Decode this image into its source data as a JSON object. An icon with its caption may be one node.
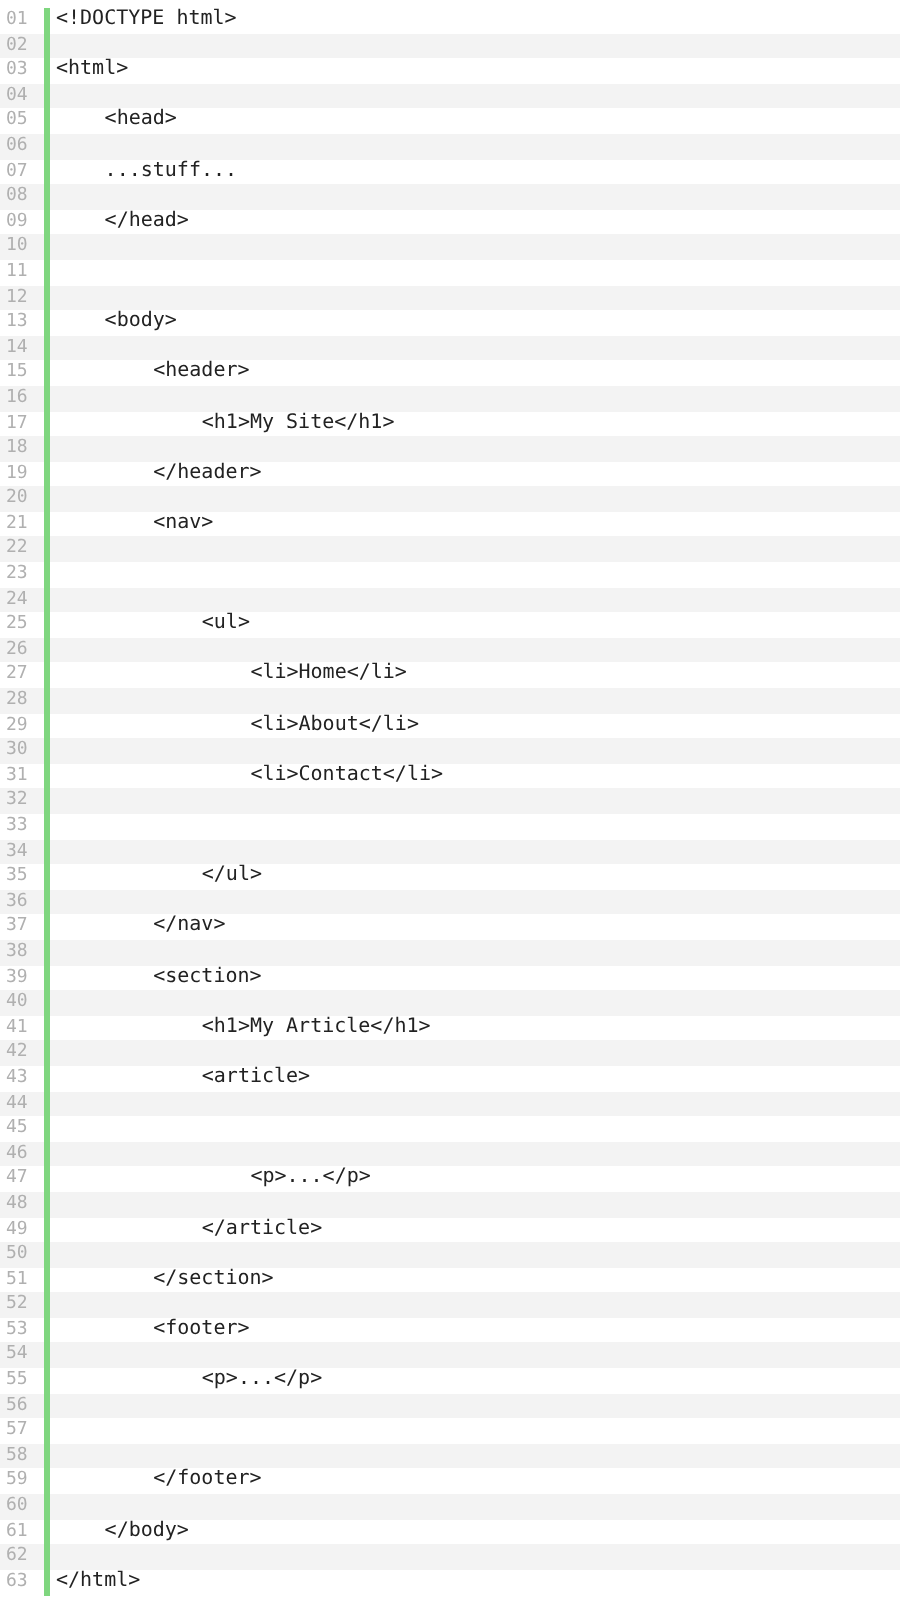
{
  "diagram": {
    "labels": [
      "01",
      "<!DOCTYPE html>",
      "02",
      "03",
      "<html>",
      "04",
      "05",
      "<head>",
      "06",
      "07",
      "...stuff...",
      "08",
      "09",
      "</head>",
      "10",
      "11",
      "12",
      "13",
      "<body>",
      "14",
      "15",
      "<header>",
      "16",
      "17",
      "<h1>My Site</h1>",
      "18",
      "19",
      "</header>",
      "20",
      "21",
      "<nav>",
      "22",
      "23",
      "24",
      "25",
      "<ul>",
      "26",
      "27",
      "<li>Home</li>",
      "28",
      "29",
      "<li>About</li>",
      "30",
      "31",
      "<li>Contact</li>",
      "32",
      "33",
      "34",
      "35",
      "</ul>",
      "36",
      "37",
      "</nav>",
      "38",
      "39",
      "<section>",
      "40",
      "41",
      "<h1>My Article</h1>",
      "42",
      "43",
      "<article>",
      "44",
      "45",
      "46",
      "47",
      "<p>...</p>",
      "48",
      "49",
      "</article>",
      "50",
      "51",
      "</section>",
      "52",
      "53",
      "<footer>",
      "54",
      "55",
      "<p>...</p>",
      "56",
      "57",
      "58",
      "59",
      "</footer>",
      "60",
      "61",
      "</body>",
      "62",
      "63",
      "</html>"
    ]
  }
}
